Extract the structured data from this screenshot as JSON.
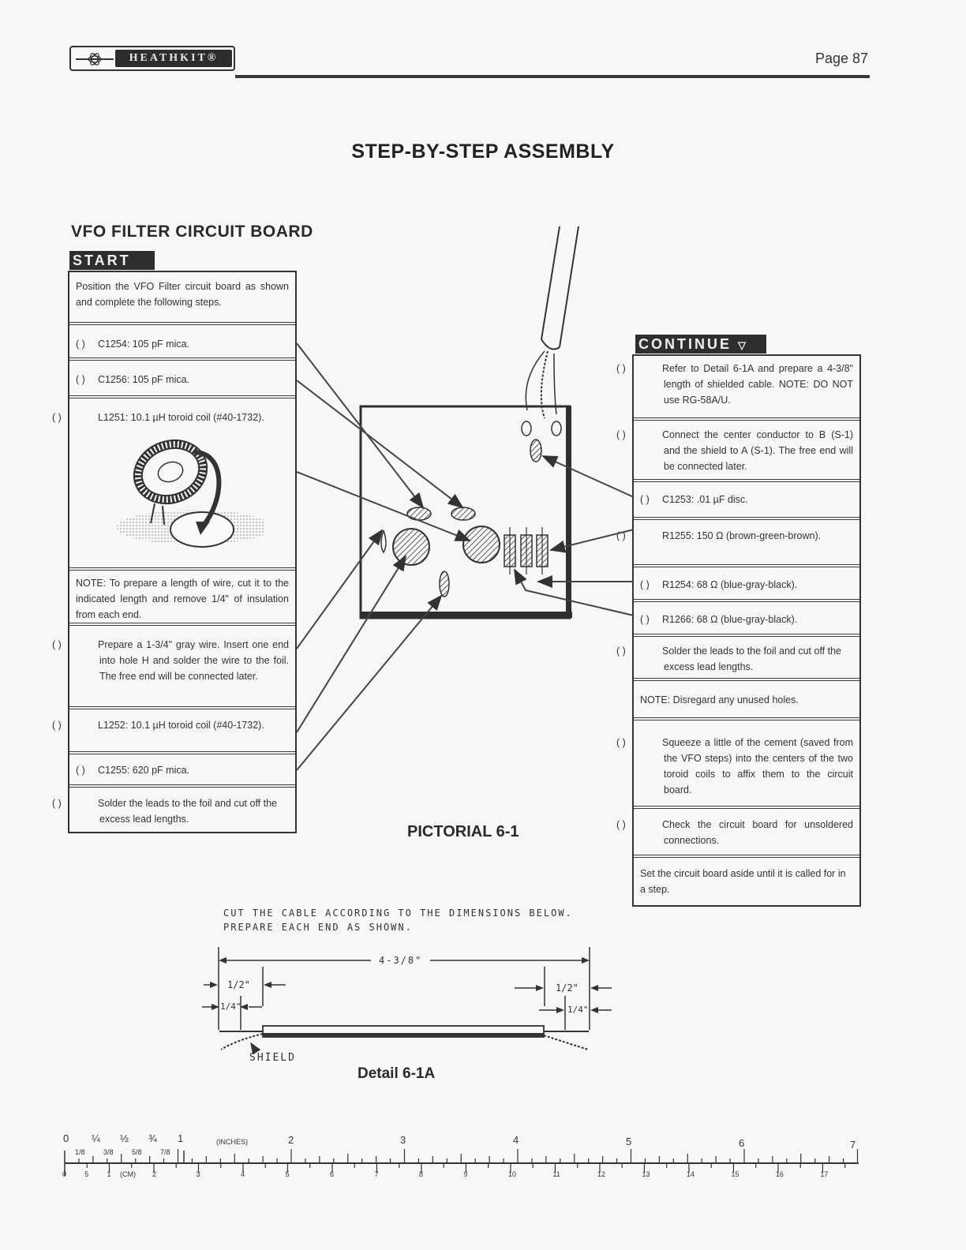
{
  "header": {
    "brand": "HEATHKIT®",
    "page": "Page 87"
  },
  "title": "STEP-BY-STEP ASSEMBLY",
  "section": "VFO FILTER CIRCUIT BOARD",
  "start_tag": "START",
  "continue_tag": "CONTINUE",
  "checkbox": "(  )",
  "left_steps": [
    "Position the VFO Filter circuit board as shown and complete the following steps.",
    "C1254: 105 pF mica.",
    "C1256: 105 pF mica.",
    "L1251: 10.1 µH toroid coil (#40-1732).",
    "NOTE: To prepare a length of wire, cut it to the indicated length and remove 1/4\" of insulation from each end.",
    "Prepare a 1-3/4\" gray wire. Insert one end into hole H and solder the wire to the foil. The free end will be connected later.",
    "L1252: 10.1 µH toroid coil (#40-1732).",
    "C1255: 620 pF mica.",
    "Solder the leads to the foil and cut off the excess lead lengths."
  ],
  "right_steps": [
    "Refer to Detail 6-1A and prepare a 4-3/8\" length of shielded cable. NOTE: DO NOT use RG-58A/U.",
    "Connect the center conductor to B (S-1) and the shield to A (S-1). The free end will be connected later.",
    "C1253: .01 µF disc.",
    "R1255: 150 Ω (brown-green-brown).",
    "R1254: 68 Ω (blue-gray-black).",
    "R1266: 68 Ω (blue-gray-black).",
    "Solder the leads to the foil and cut off the excess lead lengths.",
    "NOTE: Disregard any unused holes.",
    "Squeeze a little of the cement (saved from the VFO steps) into the centers of the two toroid coils to affix them to the circuit board.",
    "Check the circuit board for unsoldered connections.",
    "Set the circuit board aside until it is called for in a step."
  ],
  "pictorial_caption": "PICTORIAL 6-1",
  "detail": {
    "instruction_line1": "CUT THE CABLE ACCORDING TO THE DIMENSIONS BELOW.",
    "instruction_line2": "PREPARE EACH END AS SHOWN.",
    "length": "4-3/8\"",
    "left_half": "1/2\"",
    "left_quarter": "1/4\"",
    "right_half": "1/2\"",
    "right_quarter": "1/4\"",
    "shield": "SHIELD",
    "caption": "Detail 6-1A"
  },
  "ruler": {
    "inch_labels": [
      "0",
      "¼",
      "½",
      "¾",
      "1",
      "2",
      "3",
      "4",
      "5",
      "6",
      "7"
    ],
    "inch_unit": "(INCHES)",
    "fraction_labels": [
      "1/8",
      "3/8",
      "5/8",
      "7/8"
    ],
    "cm_labels": [
      "0",
      "5",
      "1",
      "2",
      "3",
      "4",
      "5",
      "6",
      "7",
      "8",
      "9",
      "10",
      "11",
      "12",
      "13",
      "14",
      "15",
      "16",
      "17"
    ],
    "cm_unit": "(CM)"
  }
}
